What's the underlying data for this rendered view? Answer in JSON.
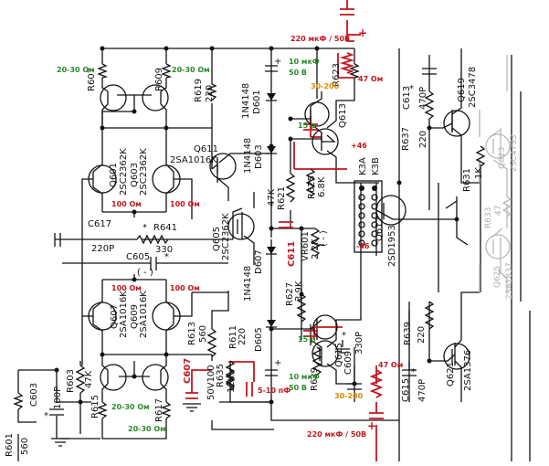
{
  "component_labels": {
    "r607": "R607",
    "r609": "R609",
    "r619": "R619",
    "r619v": "220",
    "d601": "1N4148",
    "d601n": "D601",
    "r623": "R623",
    "q613": "Q613",
    "c613": "C613",
    "c613v": "470P",
    "r637": "R637",
    "r637v": "220",
    "q619": "Q619",
    "q619t": "2SC3478",
    "q623": "Q623",
    "q623t": "2SC4793",
    "q601": "Q601",
    "q601t1": "2SC2362K",
    "q603": "Q603",
    "q603t": "2SC2362K",
    "q611": "Q611",
    "q611t": "2SA1016K",
    "d603": "1N4148",
    "d603n": "D603",
    "r621": "R621",
    "r621v": "47K",
    "r625": "R625",
    "r625v": "6.8K",
    "k3a": "K3A",
    "k3b": "K3B",
    "r631": "R631",
    "r631v": "1K",
    "r633": "R633",
    "r633v": "47",
    "c617": "C617",
    "c617v": "220P",
    "r641": "R641",
    "r641v": "330",
    "c605": "C605",
    "c605p": "( - )",
    "q605": "Q605",
    "q605t": "2SC2362K",
    "c611": "C611",
    "c611p": "( - )",
    "vr601": "VR601",
    "vr601v": "2.2K",
    "q617": "Q617",
    "q617t": "2SD1953",
    "q607": "Q607",
    "q607t": "2SA1016K",
    "q609": "Q609",
    "q609t": "2SA1016K",
    "r613": "R613",
    "r613v": "560",
    "r611": "R611",
    "r611v": "220",
    "d607": "1N4148",
    "d607n": "D607",
    "d605": "D605",
    "r627": "R627",
    "r627v": "3.9K",
    "q615": "Q615",
    "c609": "C609",
    "c609v": "330P",
    "r629": "R629",
    "r639": "R639",
    "r639v": "220",
    "q621": "Q621",
    "q621t": "2SA1376",
    "q625": "Q625",
    "q625t": "2SA1837",
    "c615": "C615",
    "c615v": "470P",
    "c607": "C607",
    "c607v": "50V100",
    "r635": "R635",
    "r635v": "12K",
    "c603": "C603",
    "c603v": "100P",
    "r603": "R603",
    "r603v": "47K",
    "r615": "R615",
    "r617": "R617",
    "r601": "R601",
    "r601v": "560",
    "star": "*"
  },
  "notes": {
    "cap_top": "220 мкФ / 50В",
    "r_47_top": "47 Ом",
    "cap_10uf_top": "10 мкФ",
    "v50_top": "50 В",
    "range_top": "30-200",
    "r607_note": "20-30 Ом",
    "r609_note": "20-30 Ом",
    "c15p_top": "15 р",
    "plus46": "+46",
    "q601_100": "100 Ом",
    "q603_100": "100 Ом",
    "minus46": "-46",
    "q607_100": "100 Ом",
    "q609_100": "100 Ом",
    "c15p_bot": "15 р",
    "cap_10uf_bot": "10 мкФ",
    "v50_bot": "50 В",
    "r_47_bot": "47 Ом",
    "range_bot": "30-200",
    "c510": "5-10 пФ",
    "r615_note": "20-30 Ом",
    "r617_note": "20-30 Ом",
    "cap_bot": "220 мкФ / 50В"
  }
}
